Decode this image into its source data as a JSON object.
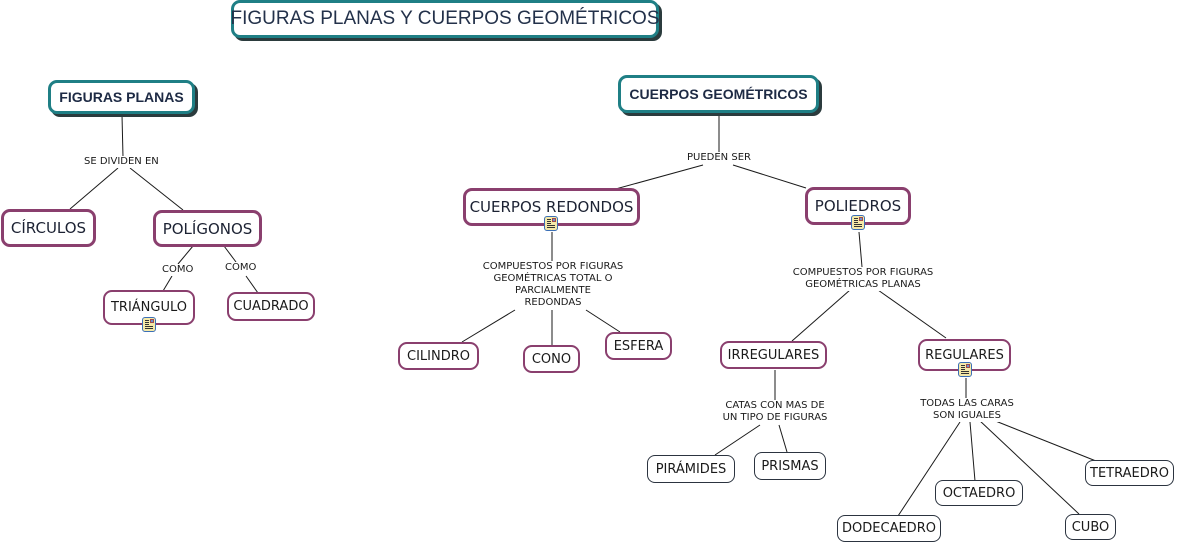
{
  "title": "FIGURAS PLANAS Y CUERPOS GEOMÉTRICOS",
  "nodes": {
    "figuras_planas": "FIGURAS PLANAS",
    "cuerpos_geometricos": "CUERPOS GEOMÉTRICOS",
    "circulos": "CÍRCULOS",
    "poligonos": "POLÍGONOS",
    "triangulo": "TRIÁNGULO",
    "cuadrado": "CUADRADO",
    "cuerpos_redondos": "CUERPOS REDONDOS",
    "poliedros": "POLIEDROS",
    "cilindro": "CILINDRO",
    "cono": "CONO",
    "esfera": "ESFERA",
    "irregulares": "IRREGULARES",
    "regulares": "REGULARES",
    "piramides": "PIRÁMIDES",
    "prismas": "PRISMAS",
    "octaedro": "OCTAEDRO",
    "tetraedro": "TETRAEDRO",
    "dodecaedro": "DODECAEDRO",
    "cubo": "CUBO"
  },
  "links": {
    "se_dividen_en": "SE DIVIDEN EN",
    "como_1": "COMO",
    "como_2": "COMO",
    "pueden_ser": "PUEDEN SER",
    "compuestos_redondas": [
      "COMPUESTOS POR FIGURAS",
      "GEOMÉTRICAS TOTAL O",
      "PARCIALMENTE",
      "REDONDAS"
    ],
    "compuestos_planas": [
      "COMPUESTOS POR FIGURAS",
      "GEOMÉTRICAS PLANAS"
    ],
    "catas": [
      "CATAS CON MAS DE",
      "UN TIPO DE FIGURAS"
    ],
    "todas_caras": [
      "TODAS LAS CARAS",
      "SON IGUALES"
    ]
  },
  "icons": {
    "attached_resource": "document-image-icon"
  },
  "colors": {
    "teal_border": "#1f7f85",
    "purple_border": "#8a3f6e",
    "dark_border": "#2c3440"
  }
}
